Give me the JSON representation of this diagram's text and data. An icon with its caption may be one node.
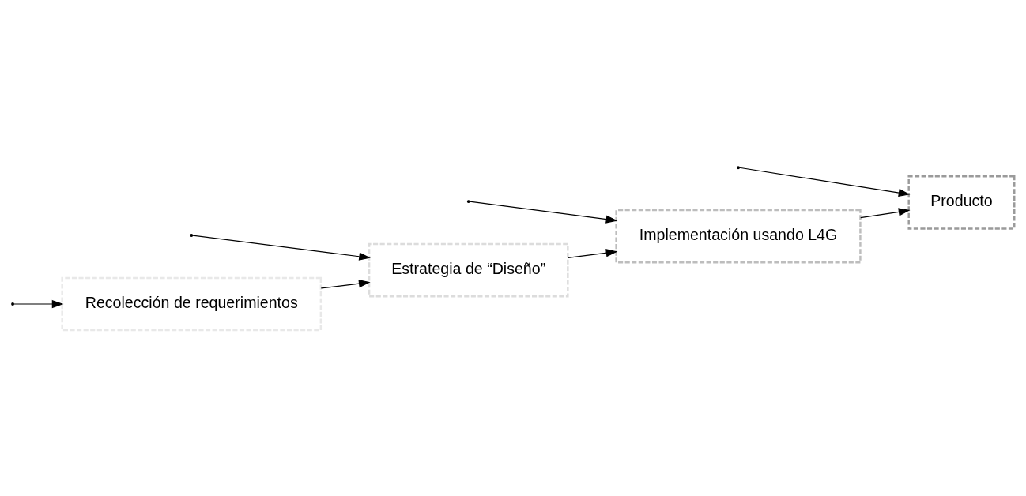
{
  "diagram": {
    "nodes": [
      {
        "text": [
          "Recolección de requerimientos"
        ]
      },
      {
        "text": [
          "Estrategia de “Diseño”"
        ]
      },
      {
        "text": [
          "Implementación usando L4G"
        ]
      },
      {
        "text": [
          "Producto"
        ]
      }
    ],
    "edges": [
      {
        "from": 0,
        "to": 1,
        "arrow": "to"
      },
      {
        "from": 1,
        "to": 2,
        "arrow": "to"
      },
      {
        "from": 2,
        "to": 3,
        "arrow": "to"
      },
      {
        "from": null,
        "to": 0,
        "arrow": "to"
      },
      {
        "from": null,
        "to": 1,
        "arrow": "to"
      },
      {
        "from": null,
        "to": 2,
        "arrow": "to"
      },
      {
        "from": null,
        "to": 3,
        "arrow": "to"
      }
    ]
  }
}
